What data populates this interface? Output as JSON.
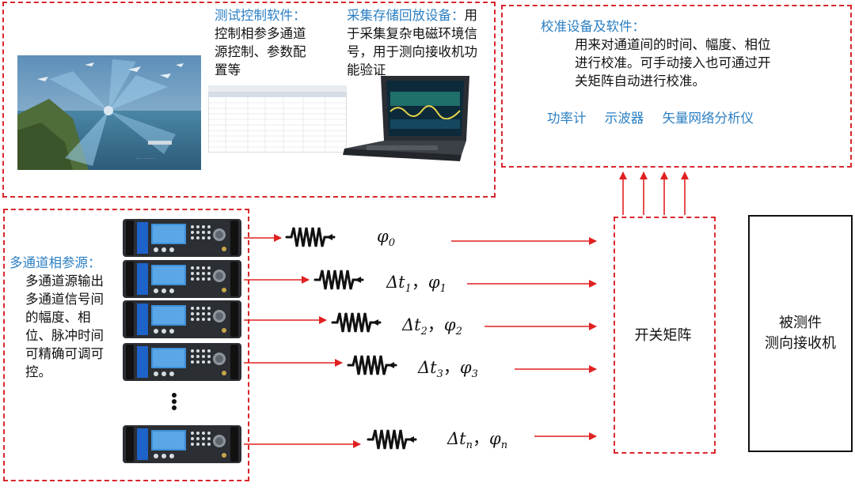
{
  "software": {
    "title": "测试控制软件：",
    "lines": [
      "控制相参多通道",
      "源控制、参数配",
      "置等"
    ]
  },
  "storage": {
    "title": "采集存储回放设备：",
    "title_tail": "用",
    "lines": [
      "于采集复杂电磁环境信",
      "号，用于测向接收机功",
      "能验证"
    ]
  },
  "calibration": {
    "title": "校准设备及软件：",
    "lines": [
      "用来对通道间的时间、幅度、相位",
      "进行校准。可手动接入也可通过开",
      "关矩阵自动进行校准。"
    ],
    "items": [
      "功率计",
      "示波器",
      "矢量网络分析仪"
    ]
  },
  "sources": {
    "title": "多通道相参源：",
    "lines": [
      "多通道源输出",
      "多通道信号间",
      "的幅度、相",
      "位、脉冲时间",
      "可精确可调可",
      "控。"
    ]
  },
  "channels": [
    {
      "dt": "",
      "dt_sub": "",
      "phi": "φ",
      "phi_sub": "0"
    },
    {
      "dt": "Δt",
      "dt_sub": "1",
      "phi": "φ",
      "phi_sub": "1"
    },
    {
      "dt": "Δt",
      "dt_sub": "2",
      "phi": "φ",
      "phi_sub": "2"
    },
    {
      "dt": "Δt",
      "dt_sub": "3",
      "phi": "φ",
      "phi_sub": "3"
    },
    {
      "dt": "Δt",
      "dt_sub": "n",
      "phi": "φ",
      "phi_sub": "n"
    }
  ],
  "separator": "，",
  "switch_matrix": "开关矩阵",
  "dut": [
    "被测件",
    "测向接收机"
  ],
  "colors": {
    "dashed_border": "#d9262b",
    "arrow": "#e02020",
    "title_blue": "#2b7fc3"
  }
}
